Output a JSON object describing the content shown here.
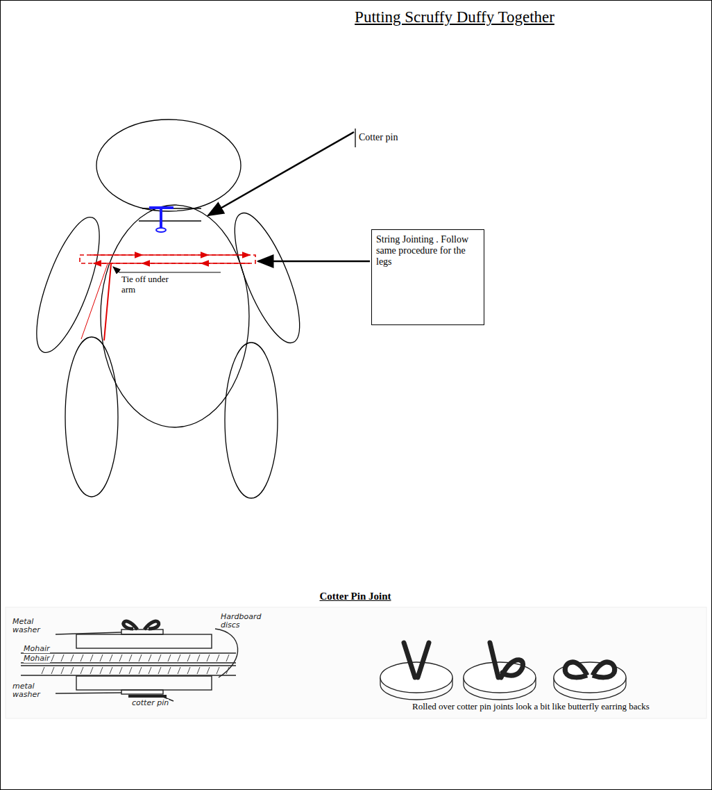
{
  "diagram": {
    "title": "Putting Scruffy Duffy Together",
    "nodes": [
      {
        "text": [
          "String Jointing . Follow same procedure for the legs"
        ]
      }
    ],
    "labels": [
      "Cotter pin",
      "Tie off under arm",
      "Cotter Pin Joint",
      "Metal washer",
      "Hardboard discs",
      "Mohair",
      "Mohair",
      "metal washer",
      "cotter pin",
      "Rolled over cotter pin joints look a bit like butterfly earring backs"
    ]
  }
}
